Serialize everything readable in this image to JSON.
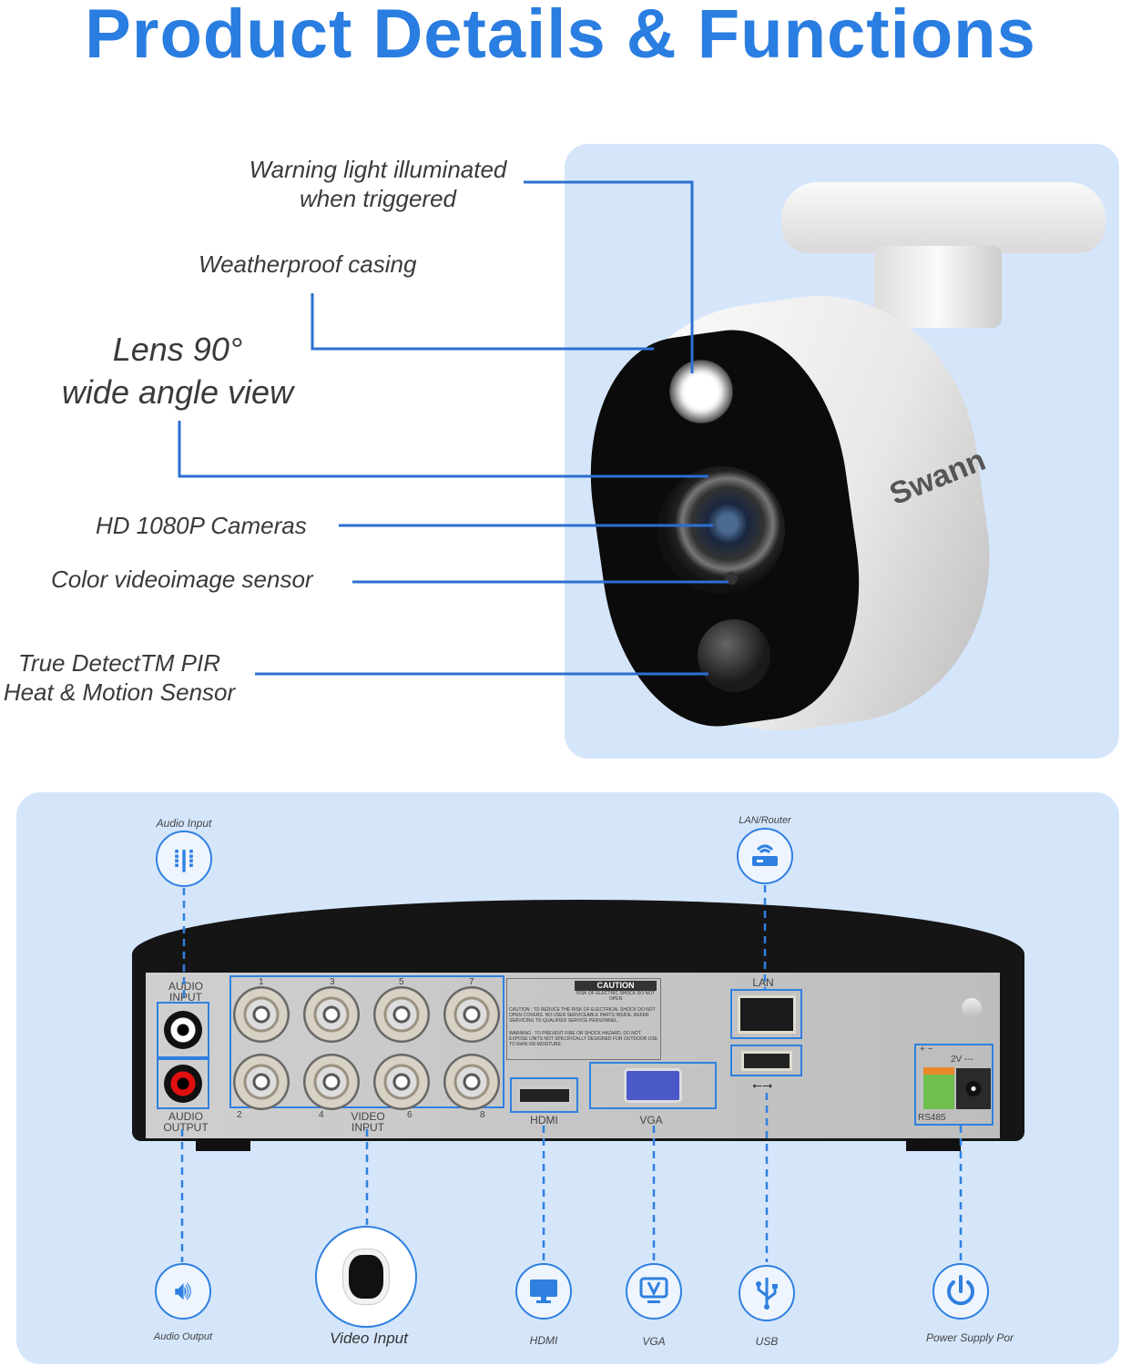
{
  "title": "Product Details & Functions",
  "camera": {
    "brand": "Swann",
    "features": [
      {
        "line1": "Warning light illuminated",
        "line2": "when triggered"
      },
      {
        "line1": "Weatherproof casing"
      },
      {
        "line1": "Lens 90°",
        "line2": "wide angle view"
      },
      {
        "line1": "HD 1080P Cameras"
      },
      {
        "line1": "Color videoimage sensor"
      },
      {
        "line1": "True DetectTM PIR",
        "line2": "Heat & Motion Sensor"
      }
    ]
  },
  "dvr": {
    "panel_labels": {
      "audio_input": "AUDIO INPUT",
      "audio_output": "AUDIO OUTPUT",
      "video_input": "VIDEO INPUT",
      "hdmi": "HDMI",
      "vga": "VGA",
      "lan": "LAN",
      "rs485": "RS485",
      "power": "2V ---",
      "terminal": "+ −"
    },
    "channels": [
      "1",
      "3",
      "5",
      "7",
      "2",
      "4",
      "6",
      "8"
    ],
    "caution": {
      "title": "CAUTION",
      "sub": "RISK OF ELECTRIC SHOCK DO NOT OPEN",
      "text1": "CAUTION : TO REDUCE THE RISK OF ELECTRICAL SHOCK DO NOT OPEN COVERS. NO USER SERVICEABLE PARTS INSIDE. REFER SERVICING TO QUALIFIED SERVICE PERSONNEL.",
      "text2": "WARNING : TO PREVENT FIRE OR SHOCK HAZARD, DO NOT EXPOSE UNITS NOT SPECIFICALLY DESIGNED FOR OUTDOOR USE TO RAIN OR MOISTURE."
    }
  },
  "callouts": {
    "audio_input": "Audio Input",
    "lan": "LAN/Router",
    "audio_output": "Audio Output",
    "video_input": "Video Input",
    "hdmi": "HDMI",
    "vga": "VGA",
    "usb": "USB",
    "power": "Power Supply Por"
  },
  "colors": {
    "accent": "#2a7de1",
    "panel": "#d5e6fb"
  }
}
